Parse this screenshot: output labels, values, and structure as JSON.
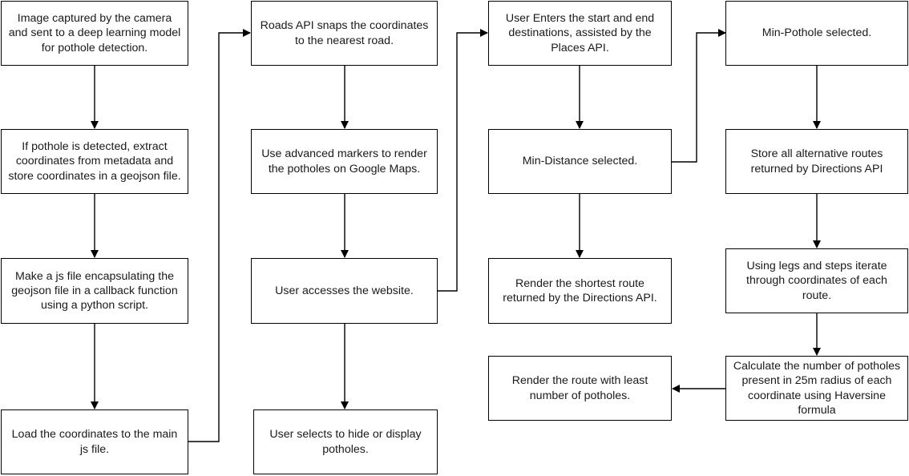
{
  "steps": {
    "capture": "Image captured by the camera and sent to a deep learning model for pothole detection.",
    "extract": "If pothole is detected, extract coordinates from metadata and store coordinates in a geojson file.",
    "jsfile": "Make a js file encapsulating the geojson file in a callback function using a python script.",
    "load": "Load the coordinates to the main js file.",
    "roads": "Roads API snaps the coordinates to the nearest road.",
    "markers": "Use advanced markers to render the potholes on Google Maps.",
    "access": "User accesses the website.",
    "toggle": "User selects to hide or display potholes.",
    "enter": "User Enters the start and end destinations, assisted by the Places API.",
    "mindist": "Min-Distance selected.",
    "shortest": "Render the shortest route returned by the Directions API.",
    "leastpot": "Render the route with least number of potholes.",
    "minpot": "Min-Pothole selected.",
    "store": "Store all alternative routes returned by Directions API",
    "iterate": "Using legs and steps iterate through coordinates of each route.",
    "calc": "Calculate the number of potholes present in 25m radius of each coordinate using Haversine formula"
  }
}
